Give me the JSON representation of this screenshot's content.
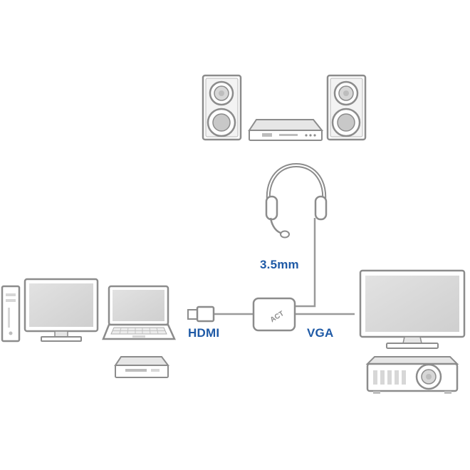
{
  "labels": {
    "audio_port": "3.5mm",
    "hdmi_port": "HDMI",
    "vga_port": "VGA",
    "adapter_logo": "ACT"
  },
  "colors": {
    "label_blue": "#1f5aa6",
    "outline": "#8c8c8c",
    "panel_fill": "#d7d7d7",
    "device_fill": "#ffffff",
    "cable": "#9a9a9a"
  },
  "devices": {
    "sources": [
      "desktop-tower",
      "desktop-monitor",
      "laptop",
      "media-player"
    ],
    "outputs": [
      "monitor",
      "projector"
    ],
    "audio": [
      "speaker-left",
      "amplifier",
      "speaker-right",
      "headset"
    ]
  }
}
